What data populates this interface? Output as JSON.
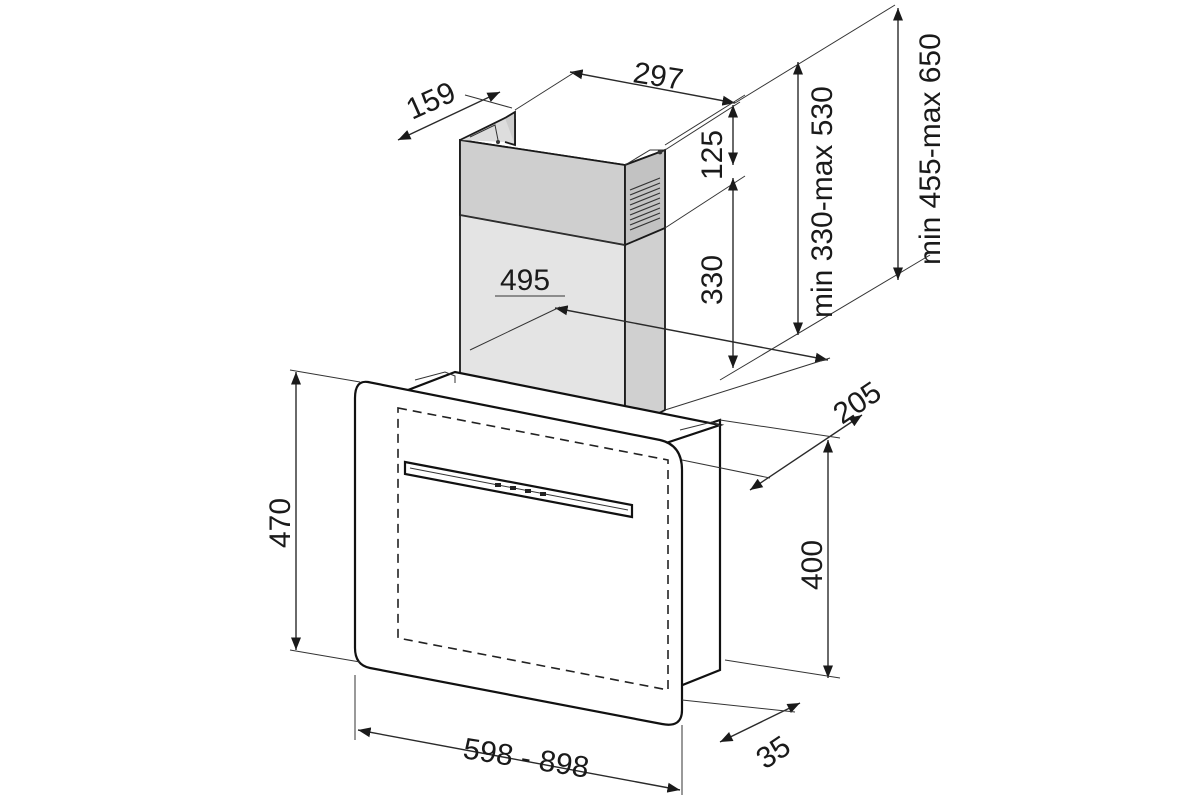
{
  "diagram": {
    "colors": {
      "line": "#2a2a2a",
      "text": "#1a1a1a",
      "background": "#ffffff",
      "chimney_front": "#e4e4e4",
      "chimney_side": "#d0d0d0",
      "chimney_top_band": "#cfcfcf"
    },
    "dimensions": {
      "depth_top": "159",
      "width_top": "297",
      "chimney_upper": "125",
      "chimney_lower": "330",
      "height_range_1": "min 330-max 530",
      "height_range_2": "min 455-max 650",
      "depth_overall": "495",
      "depth_hood": "205",
      "height_glass": "470",
      "height_body": "400",
      "width": "598 - 898",
      "thickness": "35"
    }
  }
}
